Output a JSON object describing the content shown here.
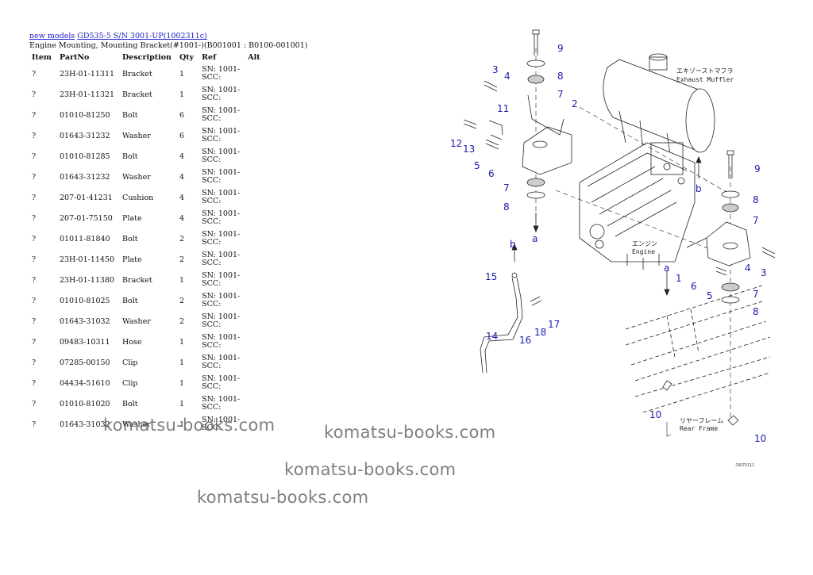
{
  "breadcrumb": {
    "link1": "new models",
    "link2": "GD535-5 S/N 3001-UP(1002311c)"
  },
  "subtitle": "Engine Mounting, Mounting Bracket(#1001-)(B001001 : B0100-001001)",
  "columns": [
    "Item",
    "PartNo",
    "Description",
    "Qty",
    "Ref",
    "Alt"
  ],
  "rows": [
    {
      "item": "?",
      "part": "23H-01-11311",
      "desc": "Bracket",
      "qty": "1",
      "ref": [
        "SN: 1001-",
        "SCC:"
      ]
    },
    {
      "item": "?",
      "part": "23H-01-11321",
      "desc": "Bracket",
      "qty": "1",
      "ref": [
        "SN: 1001-",
        "SCC:"
      ]
    },
    {
      "item": "?",
      "part": "01010-81250",
      "desc": "Bolt",
      "qty": "6",
      "ref": [
        "SN: 1001-",
        "SCC:"
      ]
    },
    {
      "item": "?",
      "part": "01643-31232",
      "desc": "Washer",
      "qty": "6",
      "ref": [
        "SN: 1001-",
        "SCC:"
      ]
    },
    {
      "item": "?",
      "part": "01010-81285",
      "desc": "Bolt",
      "qty": "4",
      "ref": [
        "SN: 1001-",
        "SCC:"
      ]
    },
    {
      "item": "?",
      "part": "01643-31232",
      "desc": "Washer",
      "qty": "4",
      "ref": [
        "SN: 1001-",
        "SCC:"
      ]
    },
    {
      "item": "?",
      "part": "207-01-41231",
      "desc": "Cushion",
      "qty": "4",
      "ref": [
        "SN: 1001-",
        "SCC:"
      ]
    },
    {
      "item": "?",
      "part": "207-01-75150",
      "desc": "Plate",
      "qty": "4",
      "ref": [
        "SN: 1001-",
        "SCC:"
      ]
    },
    {
      "item": "?",
      "part": "01011-81840",
      "desc": "Bolt",
      "qty": "2",
      "ref": [
        "SN: 1001-",
        "SCC:"
      ]
    },
    {
      "item": "?",
      "part": "23H-01-11450",
      "desc": "Plate",
      "qty": "2",
      "ref": [
        "SN: 1001-",
        "SCC:"
      ]
    },
    {
      "item": "?",
      "part": "23H-01-11380",
      "desc": "Bracket",
      "qty": "1",
      "ref": [
        "SN: 1001-",
        "SCC:"
      ]
    },
    {
      "item": "?",
      "part": "01010-81025",
      "desc": "Bolt",
      "qty": "2",
      "ref": [
        "SN: 1001-",
        "SCC:"
      ]
    },
    {
      "item": "?",
      "part": "01643-31032",
      "desc": "Washer",
      "qty": "2",
      "ref": [
        "SN: 1001-",
        "SCC:"
      ]
    },
    {
      "item": "?",
      "part": "09483-10311",
      "desc": "Hose",
      "qty": "1",
      "ref": [
        "SN: 1001-",
        "SCC:"
      ]
    },
    {
      "item": "?",
      "part": "07285-00150",
      "desc": "Clip",
      "qty": "1",
      "ref": [
        "SN: 1001-",
        "SCC:"
      ]
    },
    {
      "item": "?",
      "part": "04434-51610",
      "desc": "Clip",
      "qty": "1",
      "ref": [
        "SN: 1001-",
        "SCC:"
      ]
    },
    {
      "item": "?",
      "part": "01010-81020",
      "desc": "Bolt",
      "qty": "1",
      "ref": [
        "SN: 1001-",
        "SCC:"
      ]
    },
    {
      "item": "?",
      "part": "01643-31032",
      "desc": "Washer",
      "qty": "1",
      "ref": [
        "SN: 1001-",
        "SCC:"
      ]
    }
  ],
  "watermark": "komatsu-books.com",
  "diagram": {
    "muffler_jp": "エキゾーストマフラ",
    "muffler_en": "Exhaust Muffler",
    "engine_jp": "エンジン",
    "engine_en": "Engine",
    "frame_jp": "リヤーフレーム",
    "frame_en": "Rear Frame",
    "figure_code": "JXU7S111",
    "letter_a": "a",
    "letter_b": "b",
    "callouts": [
      "1",
      "2",
      "3",
      "4",
      "5",
      "6",
      "7",
      "8",
      "9",
      "10",
      "11",
      "12",
      "13",
      "14",
      "15",
      "16",
      "17",
      "18"
    ]
  },
  "colors": {
    "link": "#1a1acc",
    "callout": "#1c1cae",
    "watermark": "#5f5f5f"
  }
}
